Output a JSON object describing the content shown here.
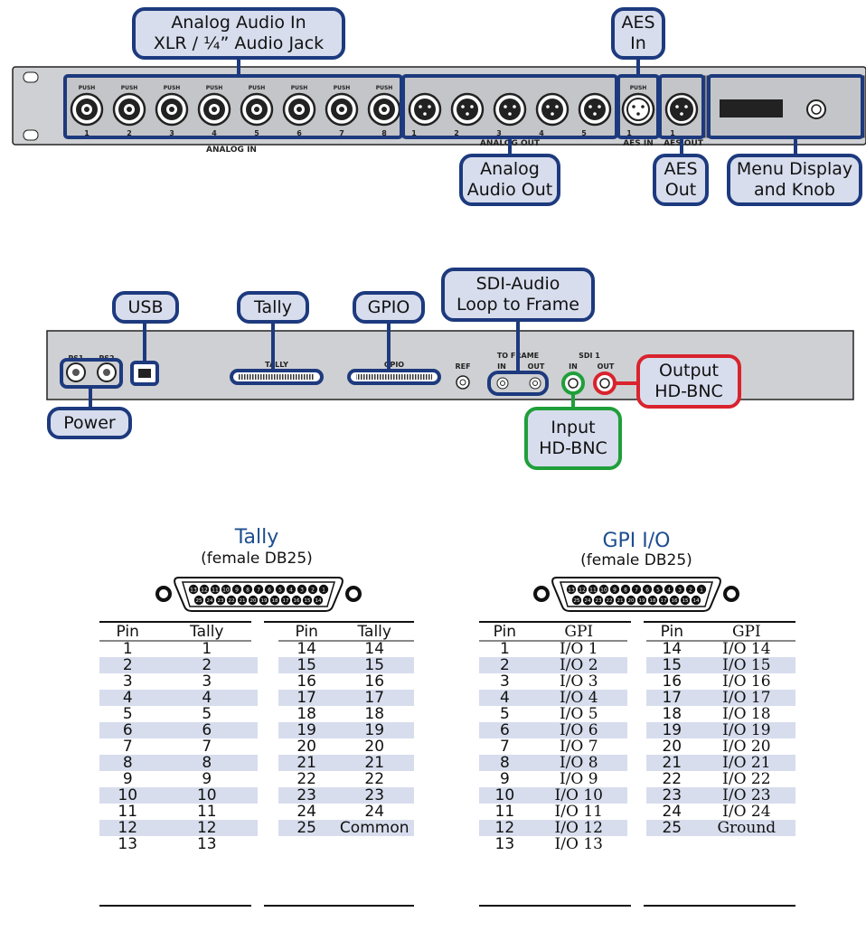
{
  "front_panel": {
    "callouts": {
      "analog_in": [
        "Analog Audio In",
        "XLR / ¼” Audio Jack"
      ],
      "aes_in": [
        "AES",
        "In"
      ],
      "analog_out": [
        "Analog",
        "Audio Out"
      ],
      "aes_out": [
        "AES",
        "Out"
      ],
      "menu": [
        "Menu Display",
        "and Knob"
      ]
    },
    "panel_labels": {
      "analog_in": "ANALOG IN",
      "analog_out": "ANALOG OUT",
      "aes_in": "AES IN",
      "aes_out": "AES OUT",
      "push": "PUSH"
    },
    "analog_in_numbers": [
      "1",
      "2",
      "3",
      "4",
      "5",
      "6",
      "7",
      "8"
    ],
    "analog_out_numbers": [
      "1",
      "2",
      "3",
      "4",
      "5"
    ],
    "aes_numbers": [
      "1",
      "1"
    ]
  },
  "rear_panel": {
    "callouts": {
      "usb": [
        "USB"
      ],
      "tally": [
        "Tally"
      ],
      "gpio": [
        "GPIO"
      ],
      "sdi_loop": [
        "SDI-Audio",
        "Loop to Frame"
      ],
      "power": [
        "Power"
      ],
      "output": [
        "Output",
        "HD-BNC"
      ],
      "input": [
        "Input",
        "HD-BNC"
      ]
    },
    "panel_labels": {
      "ps1": "PS1",
      "ps2": "PS2",
      "tally": "TALLY",
      "gpio": "GPIO",
      "ref": "REF",
      "to_frame": "TO FRAME",
      "in1": "IN",
      "out1": "OUT",
      "sdi1": "SDI 1",
      "in2": "IN",
      "out2": "OUT"
    }
  },
  "connector": {
    "top_row": [
      "13",
      "12",
      "11",
      "10",
      "9",
      "8",
      "7",
      "6",
      "5",
      "4",
      "3",
      "2",
      "1"
    ],
    "bottom_row": [
      "25",
      "24",
      "23",
      "22",
      "21",
      "20",
      "19",
      "18",
      "17",
      "16",
      "15",
      "14"
    ]
  },
  "tally_table": {
    "title": "Tally",
    "subtitle": "(female DB25)",
    "headers": [
      "Pin",
      "Tally",
      "Pin",
      "Tally"
    ],
    "rows": [
      [
        "1",
        "1",
        "14",
        "14"
      ],
      [
        "2",
        "2",
        "15",
        "15"
      ],
      [
        "3",
        "3",
        "16",
        "16"
      ],
      [
        "4",
        "4",
        "17",
        "17"
      ],
      [
        "5",
        "5",
        "18",
        "18"
      ],
      [
        "6",
        "6",
        "19",
        "19"
      ],
      [
        "7",
        "7",
        "20",
        "20"
      ],
      [
        "8",
        "8",
        "21",
        "21"
      ],
      [
        "9",
        "9",
        "22",
        "22"
      ],
      [
        "10",
        "10",
        "23",
        "23"
      ],
      [
        "11",
        "11",
        "24",
        "24"
      ],
      [
        "12",
        "12",
        "25",
        "Common"
      ],
      [
        "13",
        "13",
        "",
        ""
      ]
    ]
  },
  "gpi_table": {
    "title": "GPI I/O",
    "subtitle": "(female DB25)",
    "headers": [
      "Pin",
      "GPI",
      "Pin",
      "GPI"
    ],
    "rows": [
      [
        "1",
        "I/O 1",
        "14",
        "I/O 14"
      ],
      [
        "2",
        "I/O 2",
        "15",
        "I/O 15"
      ],
      [
        "3",
        "I/O 3",
        "16",
        "I/O 16"
      ],
      [
        "4",
        "I/O 4",
        "17",
        "I/O 17"
      ],
      [
        "5",
        "I/O 5",
        "18",
        "I/O 18"
      ],
      [
        "6",
        "I/O 6",
        "19",
        "I/O 19"
      ],
      [
        "7",
        "I/O 7",
        "20",
        "I/O 20"
      ],
      [
        "8",
        "I/O 8",
        "21",
        "I/O 21"
      ],
      [
        "9",
        "I/O 9",
        "22",
        "I/O 22"
      ],
      [
        "10",
        "I/O 10",
        "23",
        "I/O 23"
      ],
      [
        "11",
        "I/O 11",
        "24",
        "I/O 24"
      ],
      [
        "12",
        "I/O 12",
        "25",
        "Ground"
      ],
      [
        "13",
        "I/O 13",
        "",
        ""
      ]
    ]
  },
  "colors": {
    "callout_fill": "#d7dded",
    "callout_border": "#1d3a7e",
    "output_border": "#d9232d",
    "input_border": "#1f9f3a",
    "panel_fill": "#cfd0d3",
    "title_blue": "#1d4e8f",
    "row_alt": "#d7dded"
  }
}
